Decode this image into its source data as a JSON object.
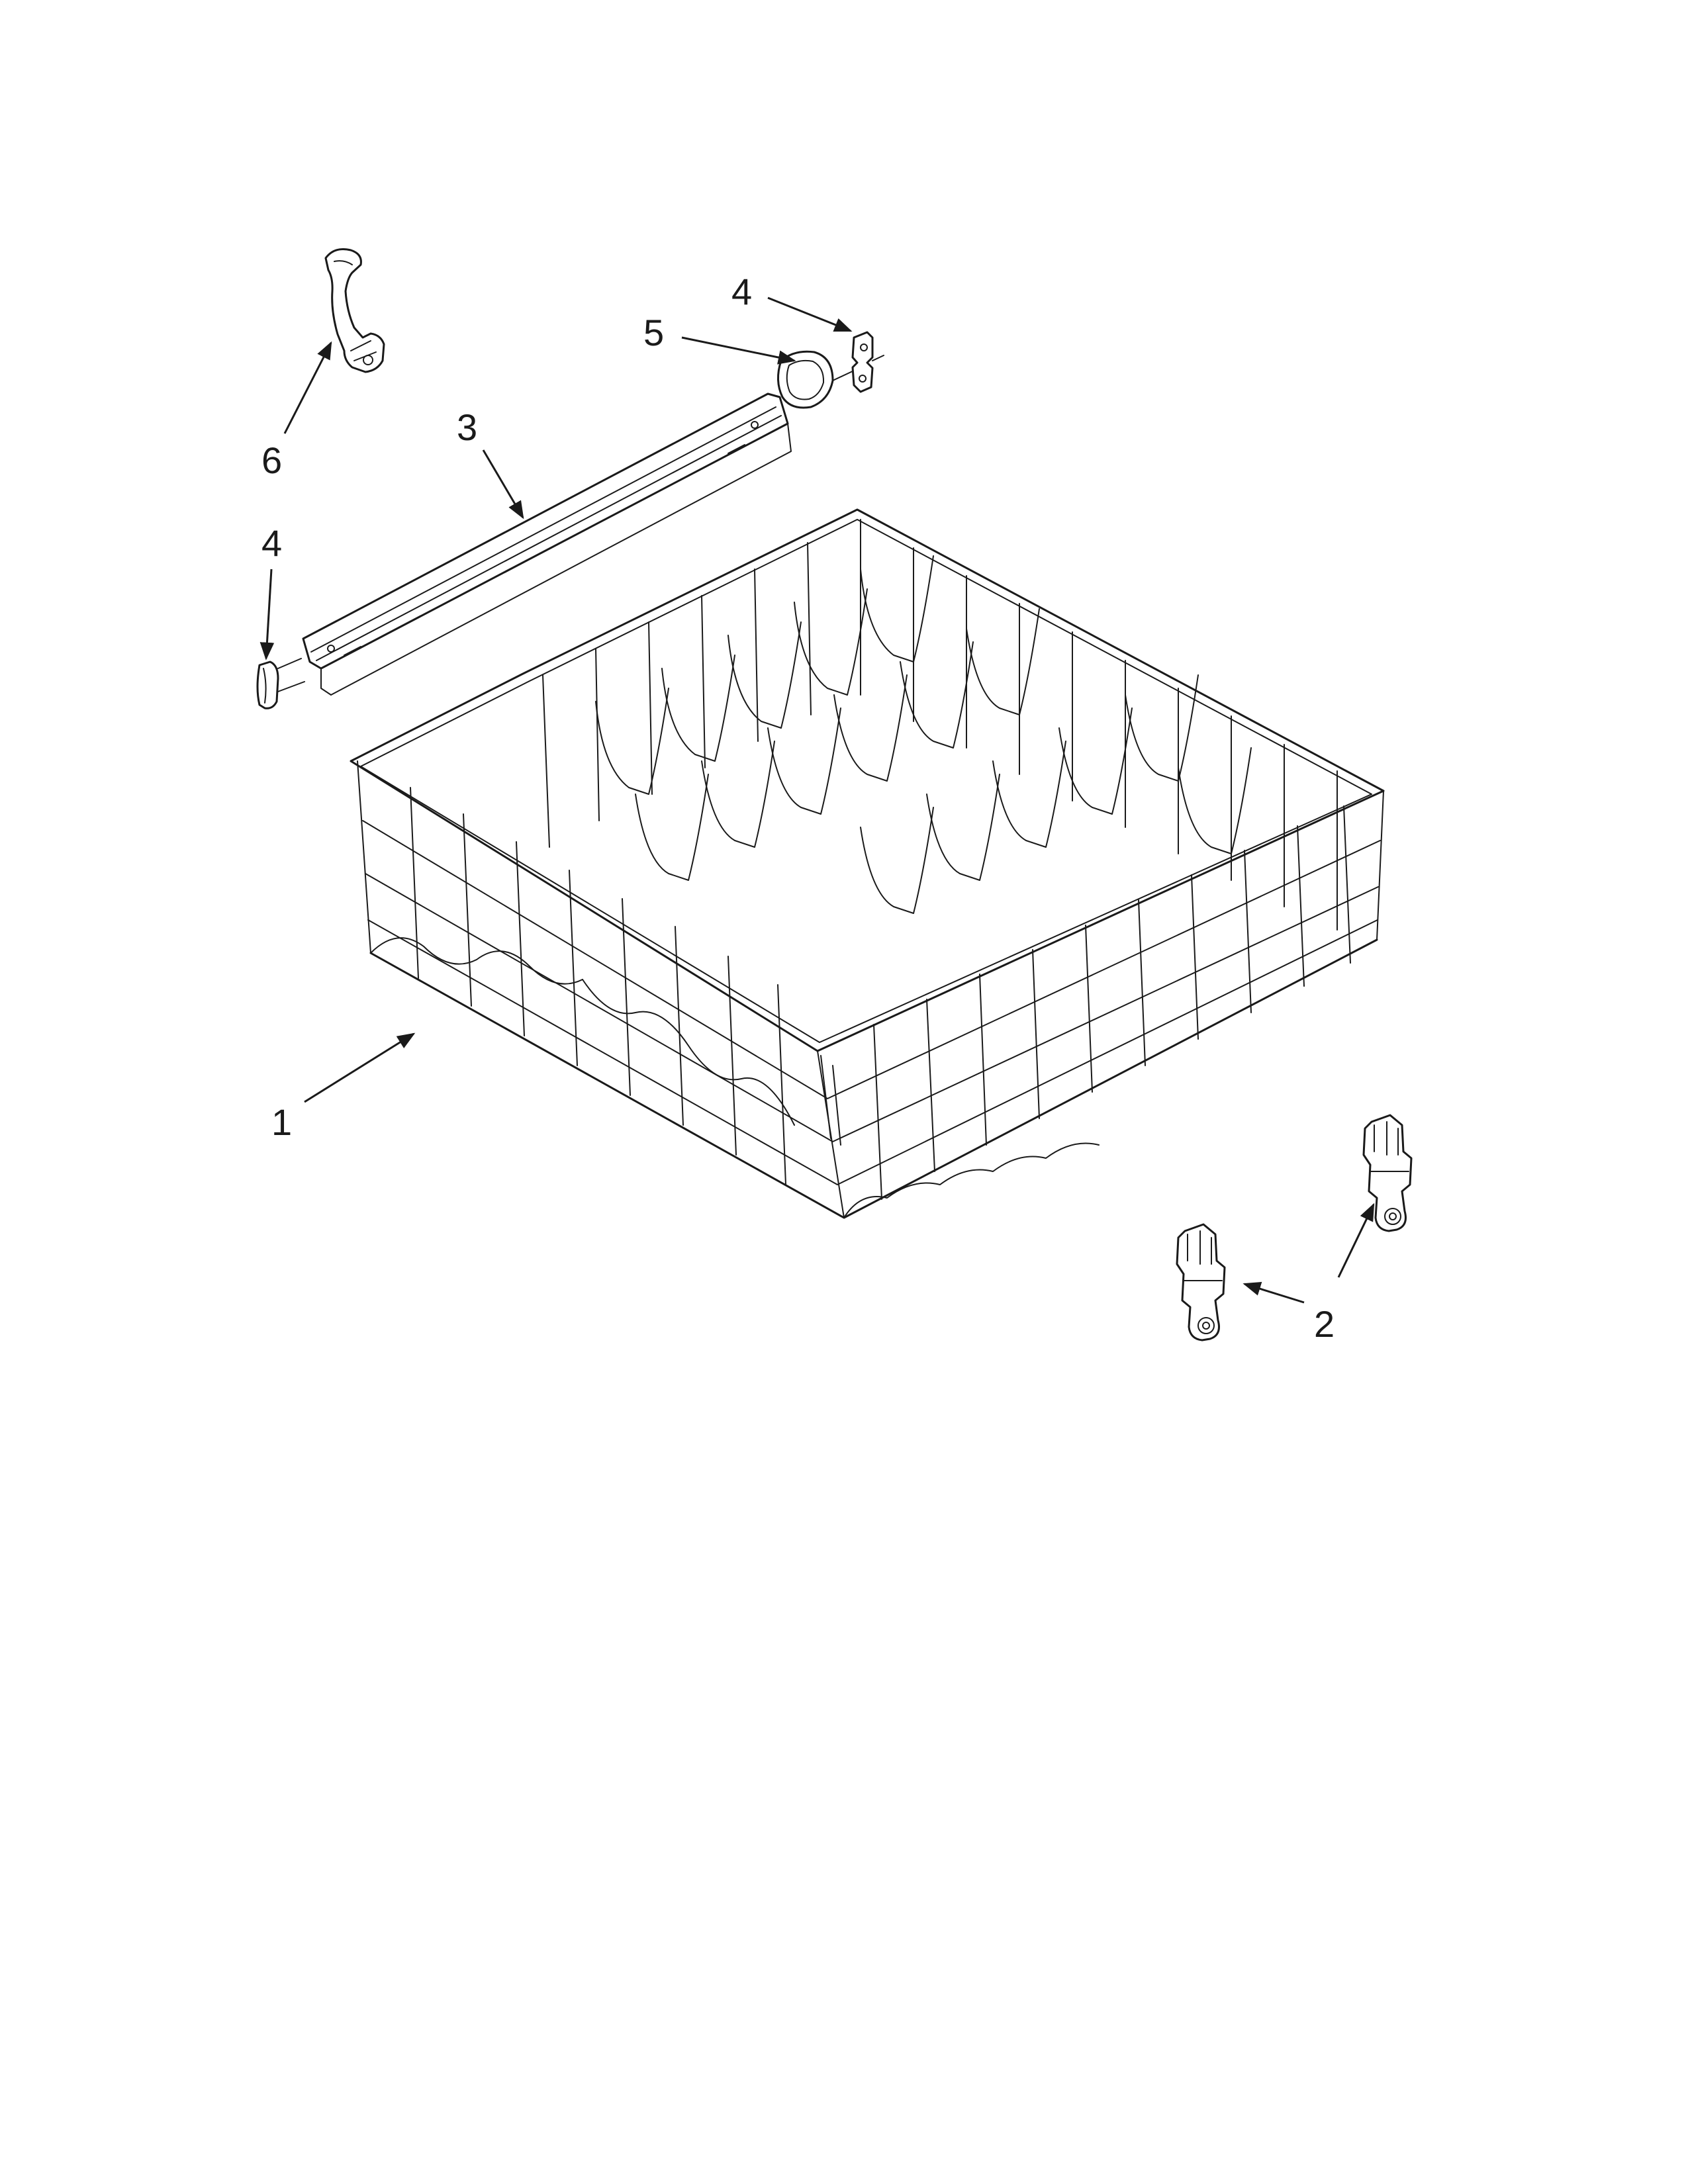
{
  "callouts": [
    {
      "id": "1",
      "label": "1",
      "part": "rack"
    },
    {
      "id": "2a",
      "label": "2",
      "part": "wheel-bracket"
    },
    {
      "id": "3",
      "label": "3",
      "part": "rail"
    },
    {
      "id": "4a",
      "label": "4",
      "part": "rail-end-cap-left"
    },
    {
      "id": "4b",
      "label": "4",
      "part": "rail-end-cap-right"
    },
    {
      "id": "5",
      "label": "5",
      "part": "stop-clip"
    },
    {
      "id": "6",
      "label": "6",
      "part": "adjuster-clip"
    }
  ],
  "colors": {
    "line": "#1a1a1a",
    "background": "#ffffff"
  }
}
